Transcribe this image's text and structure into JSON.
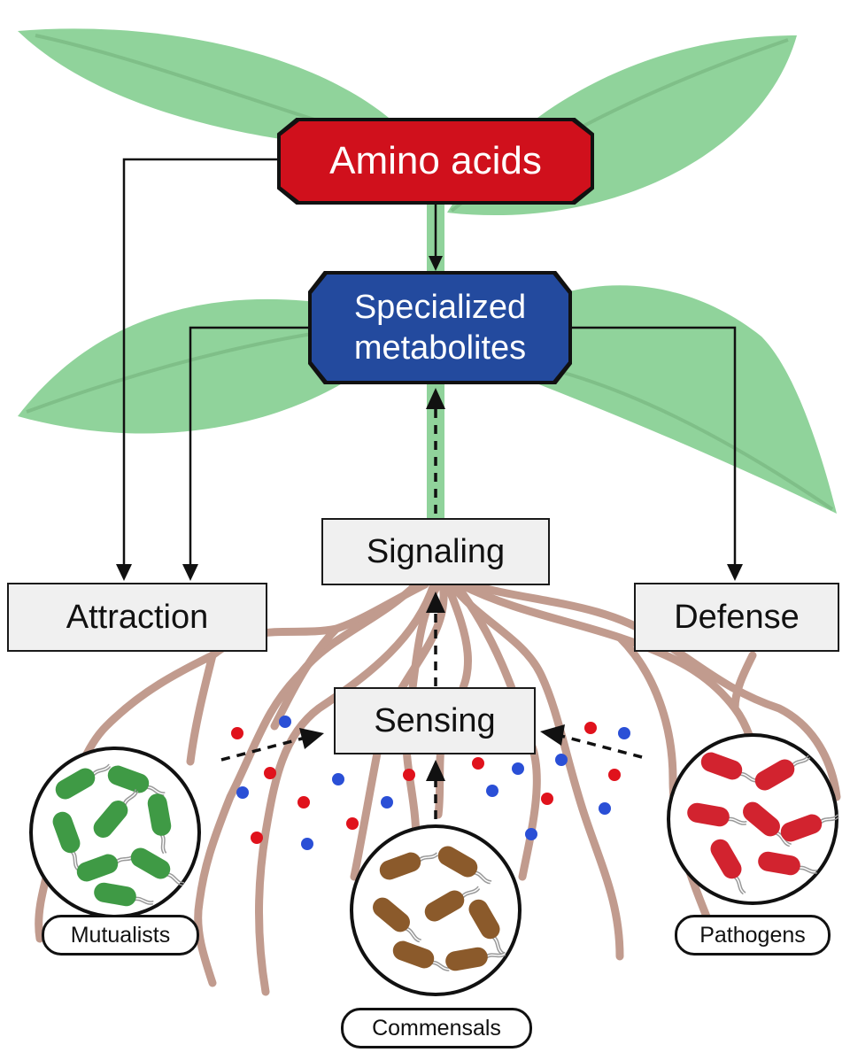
{
  "nodes": {
    "amino_acids": "Amino acids",
    "specialized_line1": "Specialized",
    "specialized_line2": "metabolites",
    "signaling": "Signaling",
    "attraction": "Attraction",
    "defense": "Defense",
    "sensing": "Sensing"
  },
  "microbes": {
    "mutualists": "Mutualists",
    "commensals": "Commensals",
    "pathogens": "Pathogens"
  },
  "colors": {
    "amino_acids": "#d0101c",
    "specialized": "#234a9e",
    "leaf": "#8fd39a",
    "root": "#c19b8e",
    "mutualists": "#3f9a45",
    "commensals": "#8b5a2b",
    "pathogens": "#d2232f",
    "dot_red": "#e0121c",
    "dot_blue": "#2a4fd6"
  }
}
